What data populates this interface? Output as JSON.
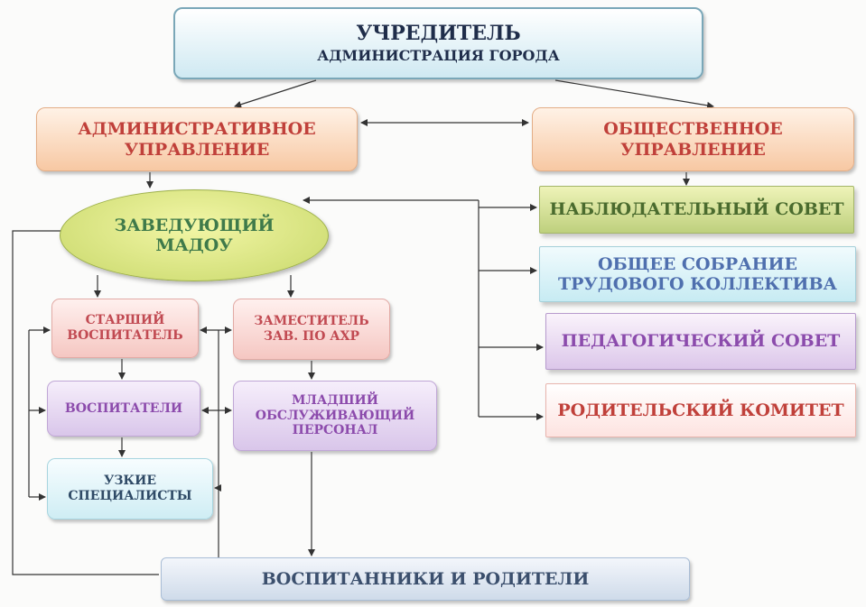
{
  "founder": {
    "line1": "УЧРЕДИТЕЛЬ",
    "line2": "АДМИНИСТРАЦИЯ ГОРОДА"
  },
  "admin_mgmt": {
    "line1": "АДМИНИСТРАТИВНОЕ",
    "line2": "УПРАВЛЕНИЕ"
  },
  "public_mgmt": {
    "line1": "ОБЩЕСТВЕННОЕ",
    "line2": "УПРАВЛЕНИЕ"
  },
  "head": {
    "line1": "ЗАВЕДУЮЩИЙ",
    "line2": "МАДОУ"
  },
  "councils": {
    "supervisory": "НАБЛЮДАТЕЛЬНЫЙ СОВЕТ",
    "general_meeting": {
      "line1": "ОБЩЕЕ СОБРАНИЕ",
      "line2": "ТРУДОВОГО КОЛЛЕКТИВА"
    },
    "pedagogical": "ПЕДАГОГИЧЕСКИЙ СОВЕТ",
    "parents": "РОДИТЕЛЬСКИЙ КОМИТЕТ"
  },
  "staff": {
    "senior_educator": {
      "line1": "СТАРШИЙ",
      "line2": "ВОСПИТАТЕЛЬ"
    },
    "educators": "ВОСПИТАТЕЛИ",
    "specialists": {
      "line1": "УЗКИЕ",
      "line2": "СПЕЦИАЛИСТЫ"
    },
    "deputy": {
      "line1": "ЗАМЕСТИТЕЛЬ",
      "line2": "ЗАВ. ПО АХР"
    },
    "junior_staff": {
      "line1": "МЛАДШИЙ",
      "line2": "ОБСЛУЖИВАЮЩИЙ",
      "line3": "ПЕРСОНАЛ"
    }
  },
  "pupils": "ВОСПИТАННИКИ И РОДИТЕЛИ"
}
